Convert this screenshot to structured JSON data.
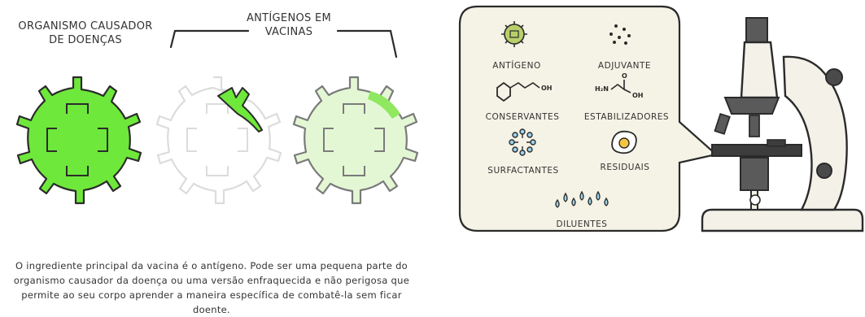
{
  "left": {
    "label_pathogen": "ORGANISMO CAUSADOR\nDE DOENÇAS",
    "label_antigens": "ANTÍGENOS EM\nVACINAS",
    "caption": "O ingrediente principal da vacina é o antígeno. Pode ser uma pequena parte do organismo causador da doença ou uma versão enfraquecida e não perigosa que permite ao seu corpo aprender a maneira específica de combatê-la sem ficar doente."
  },
  "right": {
    "ingredients": [
      {
        "name": "ANTÍGENO",
        "icon": "antigen-icon"
      },
      {
        "name": "ADJUVANTE",
        "icon": "adjuvant-dots-icon"
      },
      {
        "name": "CONSERVANTES",
        "icon": "molecule-ring-icon",
        "formula": "OH"
      },
      {
        "name": "ESTABILIZADORES",
        "icon": "amino-acid-icon",
        "formula_left": "H₂N",
        "formula_right": "OH",
        "formula_top": "O"
      },
      {
        "name": "SURFACTANTES",
        "icon": "micelle-icon"
      },
      {
        "name": "RESIDUAIS",
        "icon": "egg-icon"
      },
      {
        "name": "DILUENTES",
        "icon": "water-drops-icon"
      }
    ]
  },
  "colors": {
    "pathogen_green": "#6ee83a",
    "pale_green": "#e4f7d4",
    "bubble_bg": "#f5f3e6",
    "microscope": "#f3f1e8",
    "dark": "#2b2b2b"
  }
}
